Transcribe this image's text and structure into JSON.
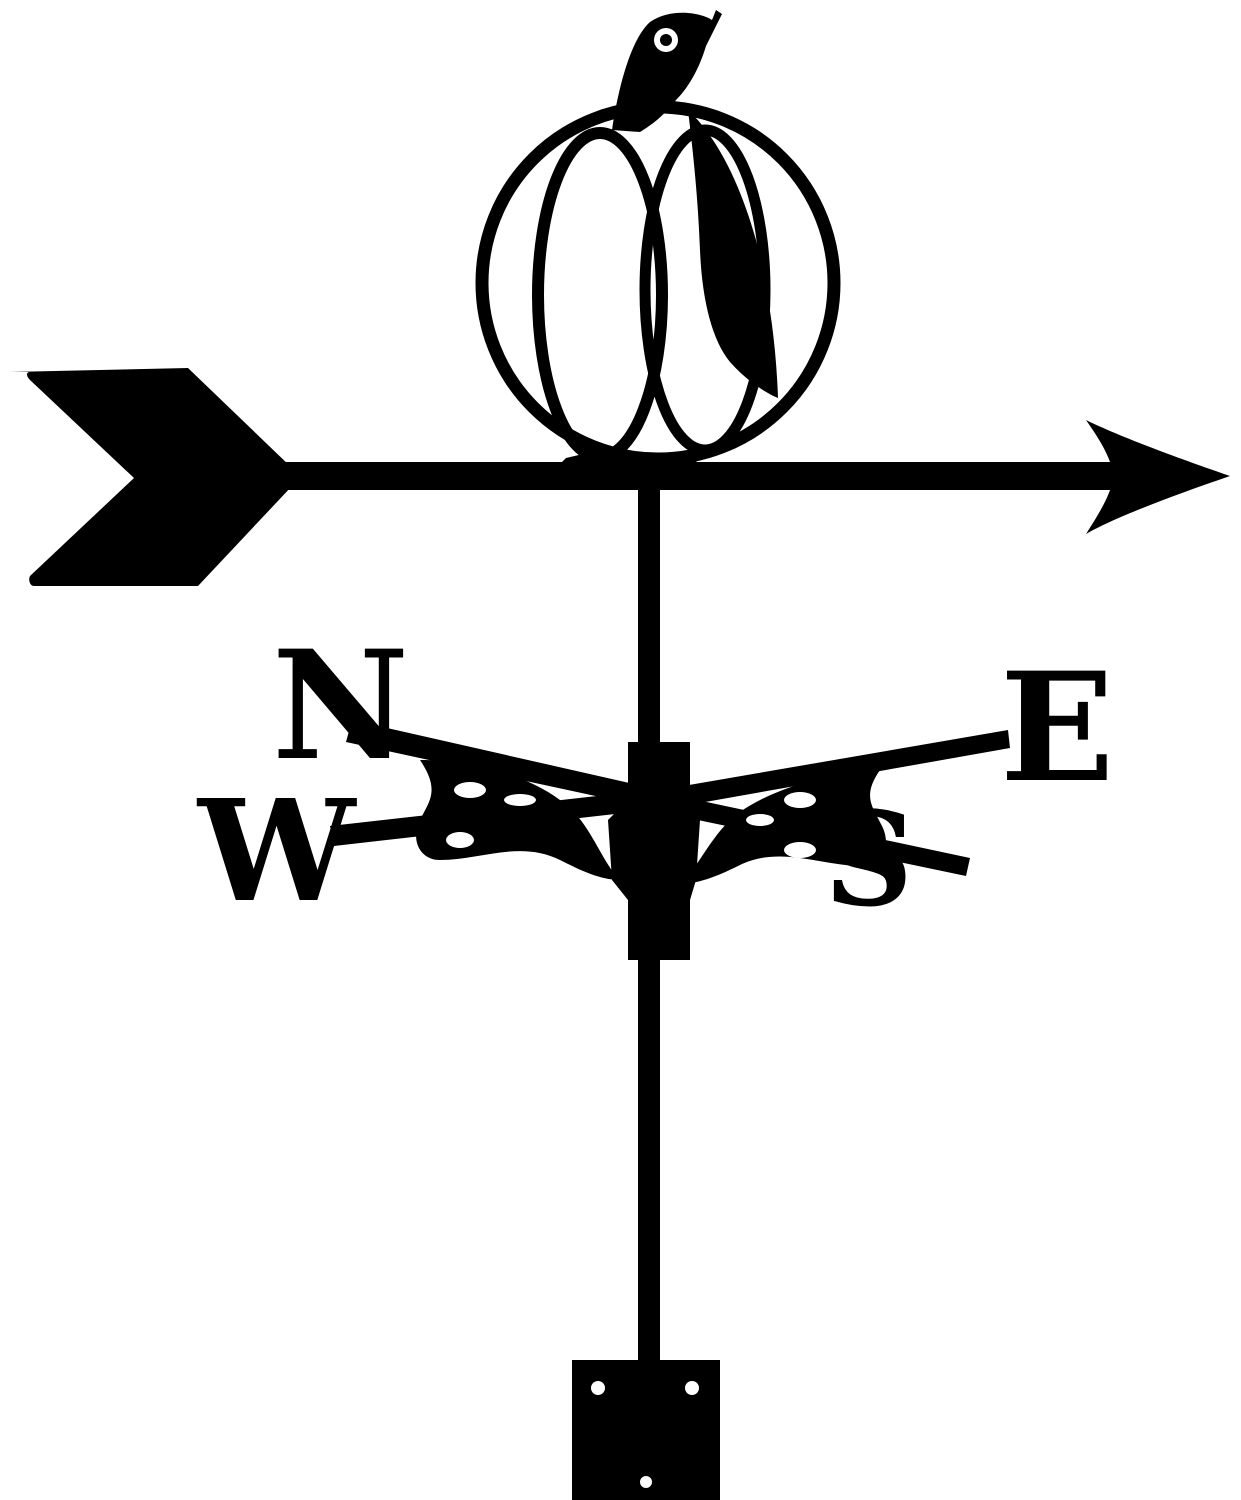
{
  "image": {
    "subject": "weathervane",
    "background_color": "#ffffff",
    "ink_color": "#000000"
  },
  "compass": {
    "north": "N",
    "east": "E",
    "south": "S",
    "west": "W"
  }
}
